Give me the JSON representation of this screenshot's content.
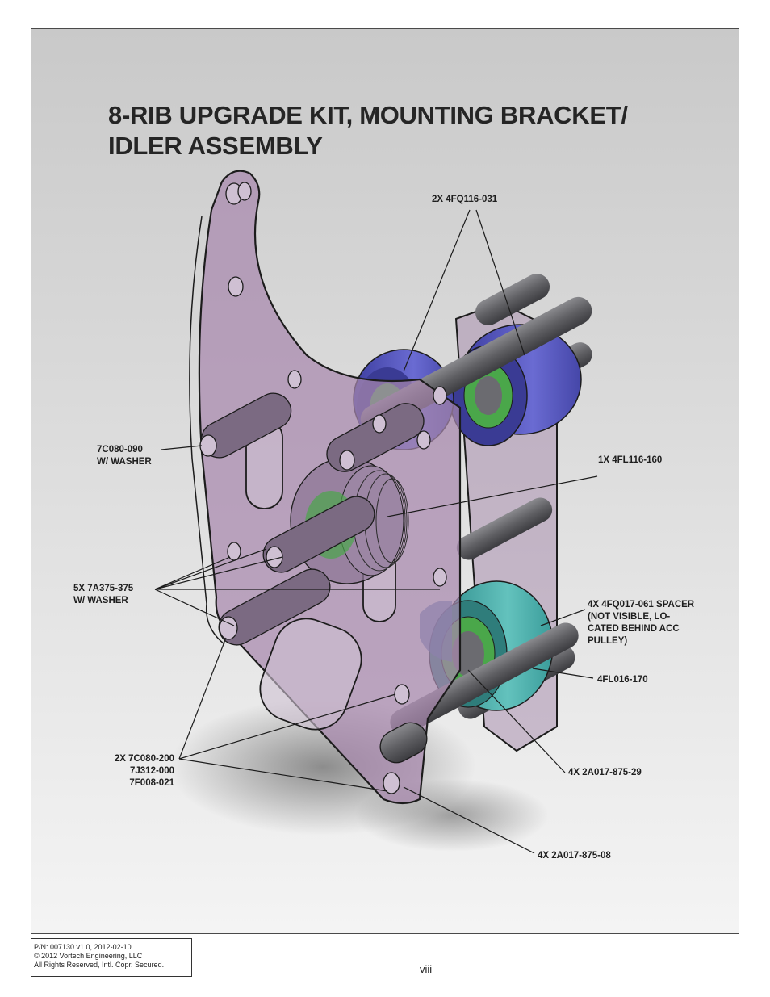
{
  "title": {
    "line1": "8-RIB UPGRADE KIT, MOUNTING BRACKET/",
    "line2": "IDLER ASSEMBLY"
  },
  "callouts": {
    "idler_pulleys": "2X 4FQ116-031",
    "bolt_7c080_090": [
      "7C080-090",
      "W/ WASHER"
    ],
    "pulley_4fl116_160": "1X 4FL116-160",
    "bolts_7a375_375": [
      "5X 7A375-375",
      "W/ WASHER"
    ],
    "spacer_4fq017_061": [
      "4X 4FQ017-061 SPACER",
      "(NOT VISIBLE, LO-",
      "CATED BEHIND ACC",
      "PULLEY)"
    ],
    "pulley_4fl016_170": "4FL016-170",
    "bolts_7c080_200": [
      "2X 7C080-200",
      "7J312-000",
      "7F008-021"
    ],
    "spacer_2a017_875_29": "4X 2A017-875-29",
    "spacer_2a017_875_08": "4X 2A017-875-08"
  },
  "footer": {
    "part_number": "P/N: 007130 v1.0, 2012-02-10",
    "copyright": "© 2012 Vortech Engineering, LLC",
    "rights": "All Rights Reserved, Intl. Copr. Secured."
  },
  "page_number": "viii",
  "colors": {
    "bracket": "#9a7fa0",
    "idler_pulley": "#4e4fb8",
    "acc_pulley": "#3fa9a6",
    "shaft": "#5f5f63",
    "background_top": "#c9c9c9",
    "background_bottom": "#f4f4f4"
  }
}
